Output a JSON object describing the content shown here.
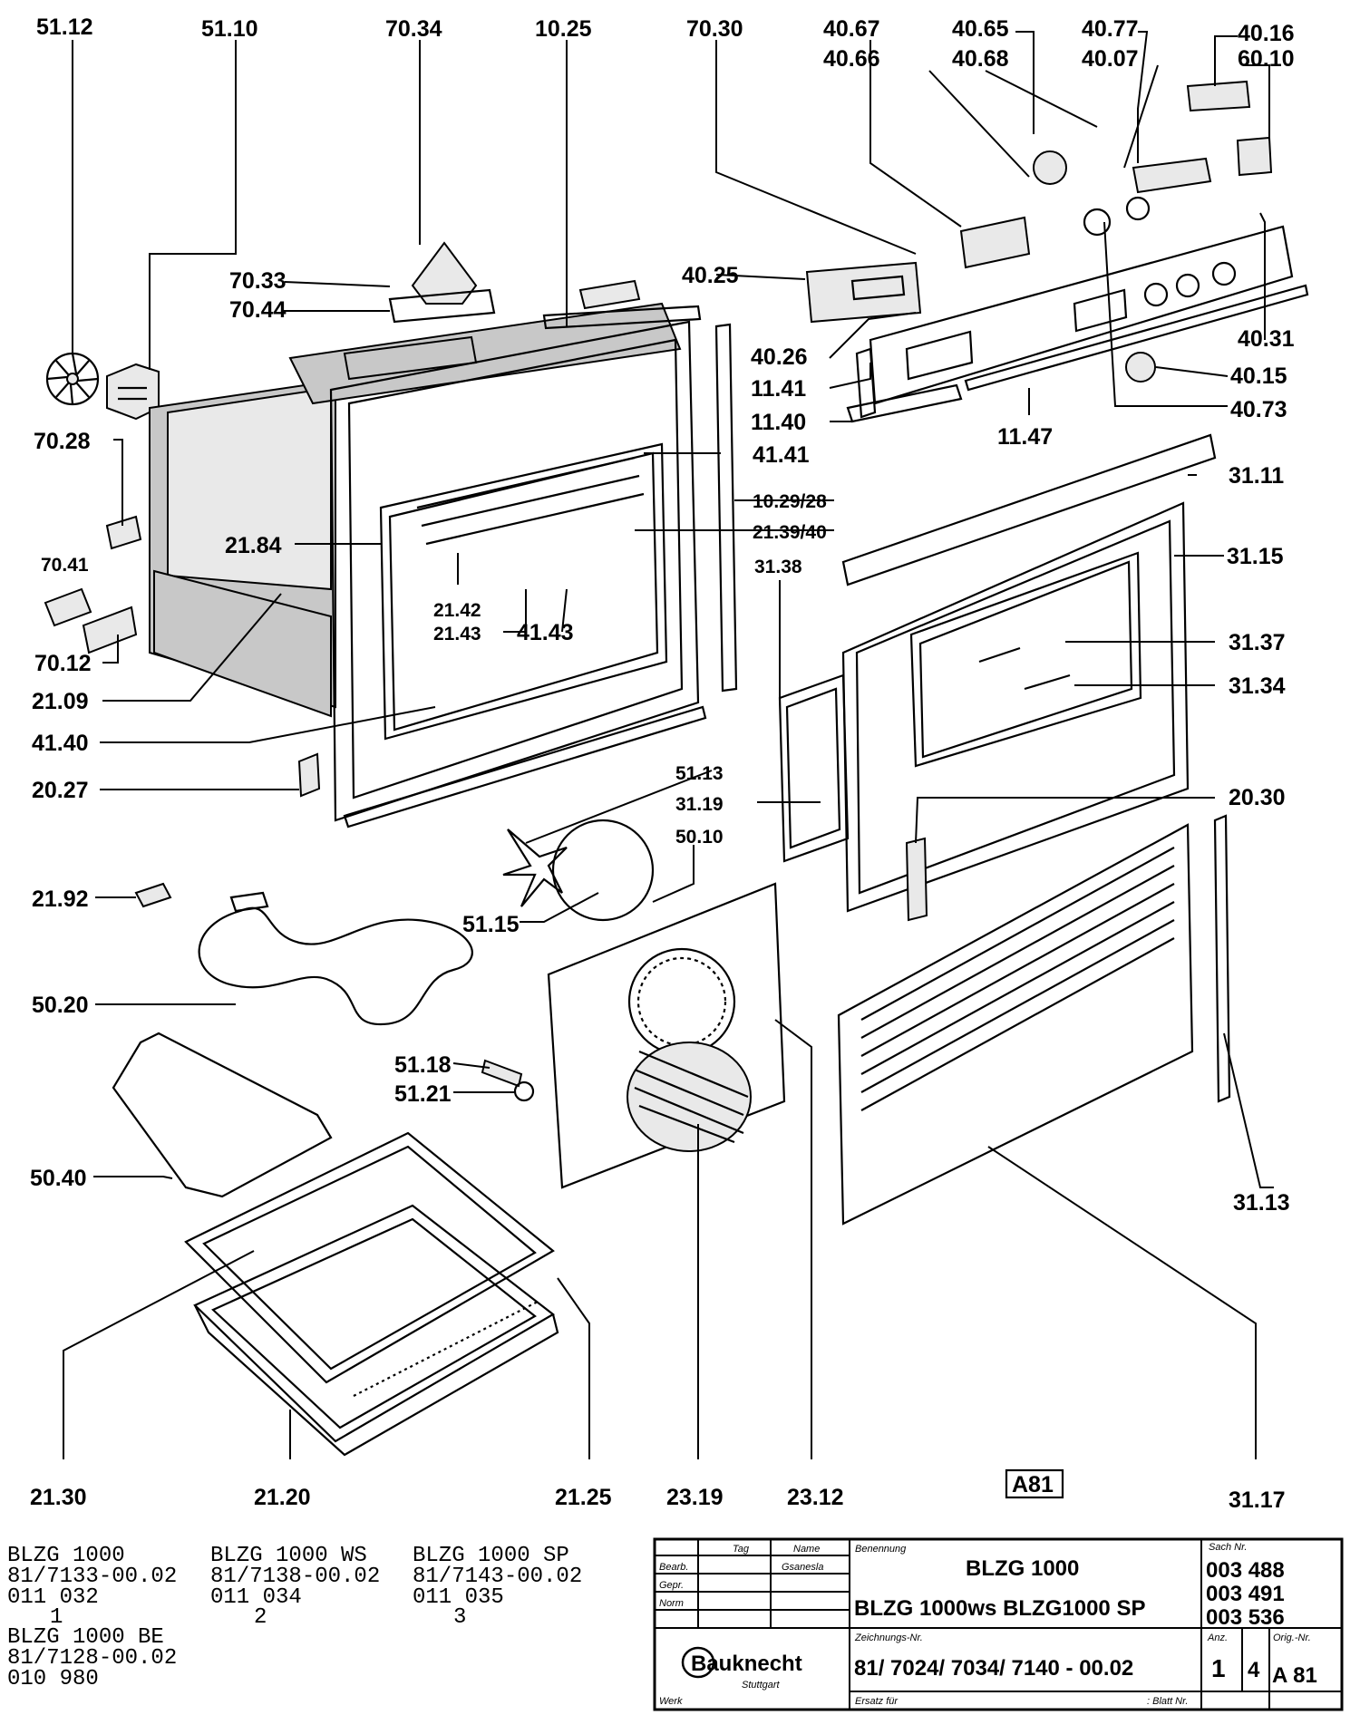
{
  "callouts": [
    {
      "id": "c5112",
      "text": "51.12"
    },
    {
      "id": "c5110",
      "text": "51.10"
    },
    {
      "id": "c7034",
      "text": "70.34"
    },
    {
      "id": "c1025",
      "text": "10.25"
    },
    {
      "id": "c7030",
      "text": "70.30"
    },
    {
      "id": "c4067",
      "text": "40.67"
    },
    {
      "id": "c4066",
      "text": "40.66"
    },
    {
      "id": "c4065",
      "text": "40.65"
    },
    {
      "id": "c4068",
      "text": "40.68"
    },
    {
      "id": "c4077",
      "text": "40.77"
    },
    {
      "id": "c4007",
      "text": "40.07"
    },
    {
      "id": "c4016",
      "text": "40.16"
    },
    {
      "id": "c6010",
      "text": "60.10"
    },
    {
      "id": "c7033",
      "text": "70.33"
    },
    {
      "id": "c7044",
      "text": "70.44"
    },
    {
      "id": "c4025",
      "text": "40.25"
    },
    {
      "id": "c4026",
      "text": "40.26"
    },
    {
      "id": "c1141",
      "text": "11.41"
    },
    {
      "id": "c1140",
      "text": "11.40"
    },
    {
      "id": "c1147",
      "text": "11.47"
    },
    {
      "id": "c4031",
      "text": "40.31"
    },
    {
      "id": "c4015",
      "text": "40.15"
    },
    {
      "id": "c4073",
      "text": "40.73"
    },
    {
      "id": "c7028",
      "text": "70.28"
    },
    {
      "id": "c4141",
      "text": "41.41"
    },
    {
      "id": "c3111",
      "text": "31.11"
    },
    {
      "id": "c1029",
      "text": "10.29/28"
    },
    {
      "id": "c2139",
      "text": "21.39/40"
    },
    {
      "id": "c2184",
      "text": "21.84"
    },
    {
      "id": "c7041",
      "text": "70.41"
    },
    {
      "id": "c3138",
      "text": "31.38"
    },
    {
      "id": "c3115",
      "text": "31.15"
    },
    {
      "id": "c2142",
      "text": "21.42"
    },
    {
      "id": "c2143",
      "text": "21.43"
    },
    {
      "id": "c4143",
      "text": "41.43"
    },
    {
      "id": "c3137",
      "text": "31.37"
    },
    {
      "id": "c7012",
      "text": "70.12"
    },
    {
      "id": "c3134",
      "text": "31.34"
    },
    {
      "id": "c2109",
      "text": "21.09"
    },
    {
      "id": "c4140",
      "text": "41.40"
    },
    {
      "id": "c5113",
      "text": "51.13"
    },
    {
      "id": "c2027",
      "text": "20.27"
    },
    {
      "id": "c3119",
      "text": "31.19"
    },
    {
      "id": "c2030",
      "text": "20.30"
    },
    {
      "id": "c5010",
      "text": "50.10"
    },
    {
      "id": "c2192",
      "text": "21.92"
    },
    {
      "id": "c5115",
      "text": "51.15"
    },
    {
      "id": "c5020",
      "text": "50.20"
    },
    {
      "id": "c5118",
      "text": "51.18"
    },
    {
      "id": "c5121",
      "text": "51.21"
    },
    {
      "id": "c5040",
      "text": "50.40"
    },
    {
      "id": "c3113",
      "text": "31.13"
    },
    {
      "id": "c2130",
      "text": "21.30"
    },
    {
      "id": "c2120",
      "text": "21.20"
    },
    {
      "id": "c2125",
      "text": "21.25"
    },
    {
      "id": "c2319",
      "text": "23.19"
    },
    {
      "id": "c2312",
      "text": "23.12"
    },
    {
      "id": "c3117",
      "text": "31.17"
    }
  ],
  "sheet_code": "A81",
  "models": [
    {
      "name": "BLZG 1000",
      "code": "81/7133-00.02",
      "number": "011 032",
      "index": "1"
    },
    {
      "name": "BLZG 1000 WS",
      "code": "81/7138-00.02",
      "number": "011 034",
      "index": "2"
    },
    {
      "name": "BLZG 1000 SP",
      "code": "81/7143-00.02",
      "number": "011 035",
      "index": "3"
    },
    {
      "name": "BLZG 1000 BE",
      "code": "81/7128-00.02",
      "number": "010 980",
      "index": ""
    }
  ],
  "title_block": {
    "col_tag": "Tag",
    "col_name": "Name",
    "col_benennung": "Benennung",
    "row_bearb": "Bearb.",
    "row_gepr": "Gepr.",
    "row_norm": "Norm",
    "signature": "Gsanesla",
    "title_main": "BLZG 1000",
    "title_sub": "BLZG 1000ws BLZG1000 SP",
    "sach_label": "Sach Nr.",
    "sach_numbers": [
      "003 488",
      "003 491",
      "003 536"
    ],
    "brand": "Bauknecht",
    "city": "Stuttgart",
    "zeichnung_label": "Zeichnungs-Nr.",
    "zeichnung_number": "81/ 7024/ 7034/ 7140 - 00.02",
    "anz_label": "Anz.",
    "anz_value": "1",
    "anz_of": "4",
    "orig_label": "Orig.-Nr.",
    "orig_value": "A 81",
    "werk_label": "Werk",
    "ersatz_label": "Ersatz für",
    "blatt_label": ": Blatt Nr."
  }
}
